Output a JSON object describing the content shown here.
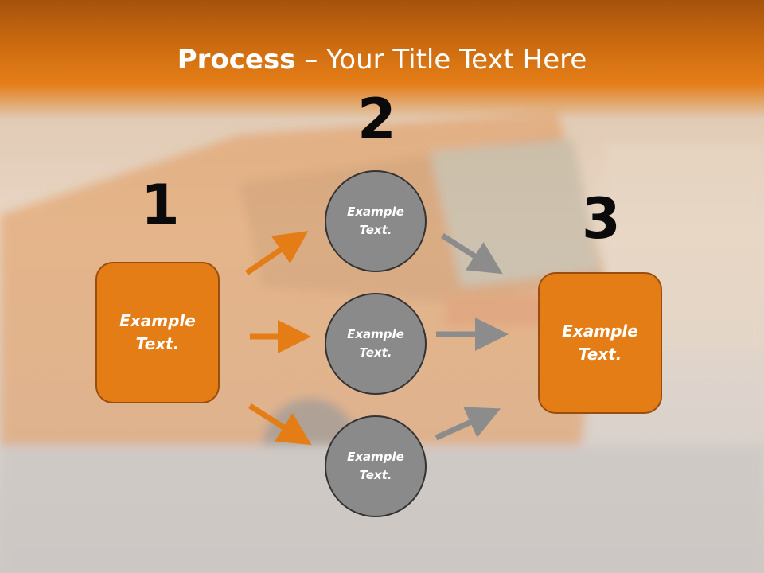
{
  "title": {
    "bold": "Process",
    "rest": " – Your Title Text Here"
  },
  "steps": [
    {
      "number": "1"
    },
    {
      "number": "2"
    },
    {
      "number": "3"
    }
  ],
  "start_box": {
    "text": "Example Text."
  },
  "middle_circles": [
    {
      "text": "Example Text."
    },
    {
      "text": "Example Text."
    },
    {
      "text": "Example Text."
    }
  ],
  "end_box": {
    "text": "Example Text."
  },
  "colors": {
    "accent": "#e57d16",
    "circle": "#8a8a8a",
    "arrow_gray": "#8c8c8c",
    "header": "#c9690f"
  }
}
